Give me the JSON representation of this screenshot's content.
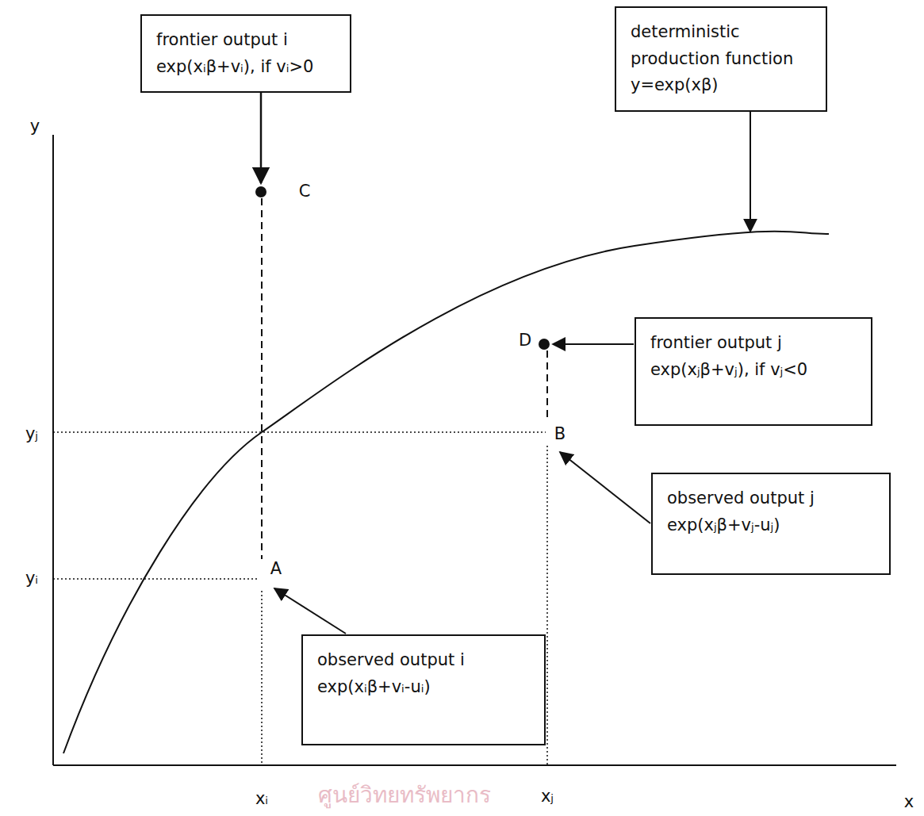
{
  "diagram": {
    "nodes": [
      {
        "text": [
          "frontier output i",
          "exp(xᵢβ+vᵢ), if vᵢ>0"
        ]
      },
      {
        "text": [
          "deterministic production function",
          "y=exp(xβ)"
        ]
      },
      {
        "text": [
          "frontier output j",
          "exp(xⱼβ+vⱼ), if vⱼ<0"
        ]
      },
      {
        "text": [
          "observed output j",
          "exp(xⱼβ+vⱼ-uⱼ)"
        ]
      },
      {
        "text": [
          "observed output i",
          "exp(xᵢβ+vᵢ-uᵢ)"
        ]
      }
    ],
    "labels": [
      "y",
      "yⱼ",
      "yᵢ",
      "C",
      "D",
      "B",
      "A",
      "xᵢ",
      "xⱼ",
      "x",
      "ศูนย์วิทยทรัพยากร"
    ]
  }
}
